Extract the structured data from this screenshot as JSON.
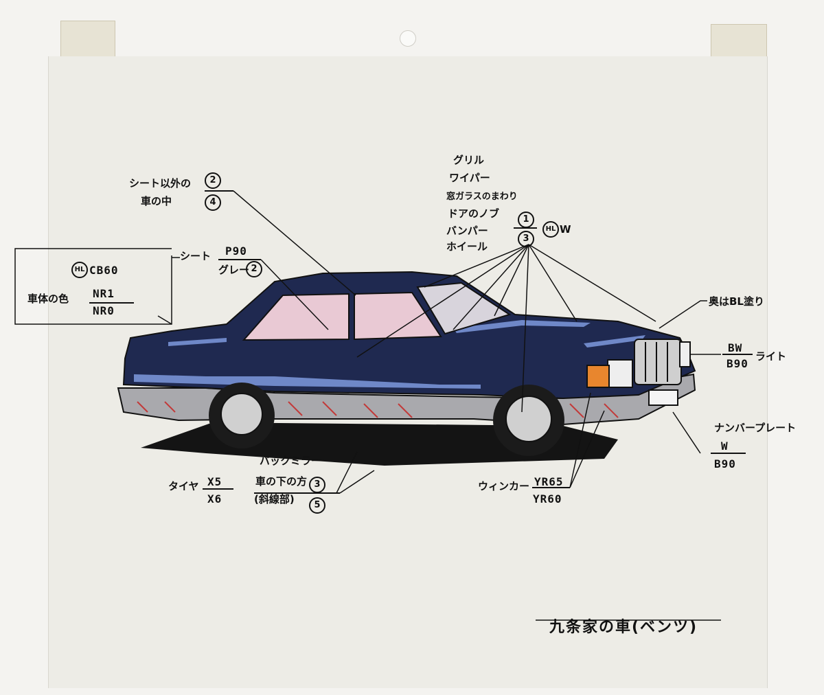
{
  "labels": {
    "interior_other": "シート以外の",
    "interior_other2": "車の中",
    "interior_num_top": "2",
    "interior_num_bottom": "4",
    "seat": "シート",
    "seat_code": "P90",
    "seat_sub": "グレー",
    "seat_sub_num": "2",
    "body_hl": "HL",
    "body_code_top": "CB60",
    "body_color": "車体の色",
    "body_nr1": "NR1",
    "body_nr0": "NR0",
    "parts_list": [
      "グリル",
      "ワイパー",
      "窓ガラスのまわり",
      "ドアのノブ",
      "バンパー",
      "ホイール"
    ],
    "parts_num_top": "1",
    "parts_num_bottom": "3",
    "parts_hl": "HL",
    "parts_w": "W",
    "back_paint": "奥はBL塗り",
    "light_top": "BW",
    "light_bottom": "B90",
    "light": "ライト",
    "plate": "ナンバープレート",
    "plate_top": "W",
    "plate_bottom": "B90",
    "tire": "タイヤ",
    "tire_top": "X5",
    "tire_bottom": "X6",
    "mirror": "バックミラー",
    "under": "車の下の方",
    "under2": "(斜線部)",
    "under_num_top": "3",
    "under_num_bottom": "5",
    "winker": "ウィンカー",
    "winker_top": "YR65",
    "winker_bottom": "YR60",
    "title": "九条家の車(ベンツ)"
  },
  "colors": {
    "body": "#1f2950",
    "body_highlight": "#6f88c8",
    "glass_interior": "#e9c9d4",
    "bumper": "#a9a9ad",
    "tire": "#1b1b1b",
    "winker": "#e8862e",
    "shadow": "#141414"
  }
}
